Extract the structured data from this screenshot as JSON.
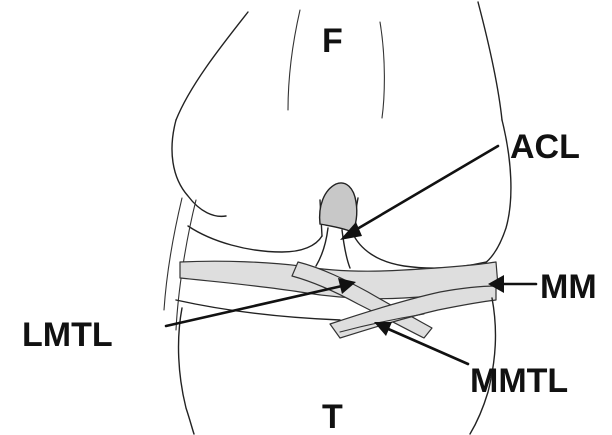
{
  "labels": {
    "femur": "F",
    "tibia": "T",
    "acl": "ACL",
    "mm": "MM",
    "lmtl": "LMTL",
    "mmtl": "MMTL"
  },
  "colors": {
    "ligament_fill": "#dedede",
    "acl_fill": "#c8c8c8",
    "line": "#111111"
  }
}
